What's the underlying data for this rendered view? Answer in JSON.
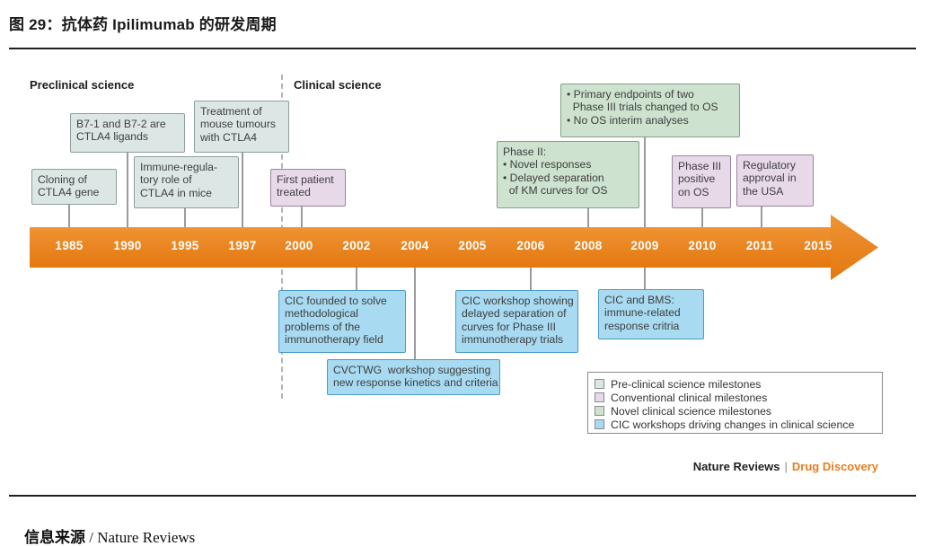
{
  "title": "图 29：抗体药 Ipilimumab 的研发周期",
  "footer": {
    "source_prefix": "信息来源",
    "source_suffix": " / Nature Reviews"
  },
  "attribution": {
    "journal": "Nature Reviews",
    "separator": "|",
    "publication": "Drug Discovery"
  },
  "diagram": {
    "section_labels": {
      "preclinical": "Preclinical science",
      "clinical": "Clinical science"
    },
    "years": [
      "1985",
      "1990",
      "1995",
      "1997",
      "2000",
      "2002",
      "2004",
      "2005",
      "2006",
      "2008",
      "2009",
      "2010",
      "2011",
      "2015"
    ],
    "boxes": {
      "cloning": "Cloning of\nCTLA4 gene",
      "b7_ligands": "B7-1 and B7-2 are\nCTLA4 ligands",
      "immune_regulatory": "Immune-regula-\ntory role of\nCTLA4 in mice",
      "mouse_tumours": "Treatment of\nmouse tumours\nwith CTLA4",
      "first_patient": "First patient\ntreated",
      "phase2": "Phase II:\n• Novel responses\n• Delayed separation\n  of KM curves for OS",
      "primary_endpoints": "• Primary endpoints of two\n  Phase III trials changed to OS\n• No OS interim analyses",
      "phase3_positive": "Phase III\npositive\non OS",
      "regulatory_approval": "Regulatory\napproval in\nthe USA",
      "cic_founded": "CIC founded to solve\nmethodological\nproblems of the\nimmunotherapy field",
      "cvctwg": "CVCTWG  workshop suggesting\nnew response kinetics and criteria",
      "cic_workshop": "CIC workshop showing\ndelayed separation of\ncurves for Phase III\nimmunotherapy trials",
      "cic_bms": "CIC and BMS:\nimmune-related\nresponse critria"
    },
    "legend": [
      "Pre-clinical science milestones",
      "Conventional clinical milestones",
      "Novel clinical science milestones",
      "CIC workshops driving changes in clinical science"
    ],
    "colors": {
      "arrow_orange_top": "#ee9334",
      "arrow_orange_bottom": "#e5780f",
      "preclinical_fill": "#dce7e5",
      "conventional_fill": "#e8d9e9",
      "novel_fill": "#cde2cf",
      "cic_fill": "#a8daf1",
      "publication_orange": "#e87d1e"
    }
  }
}
